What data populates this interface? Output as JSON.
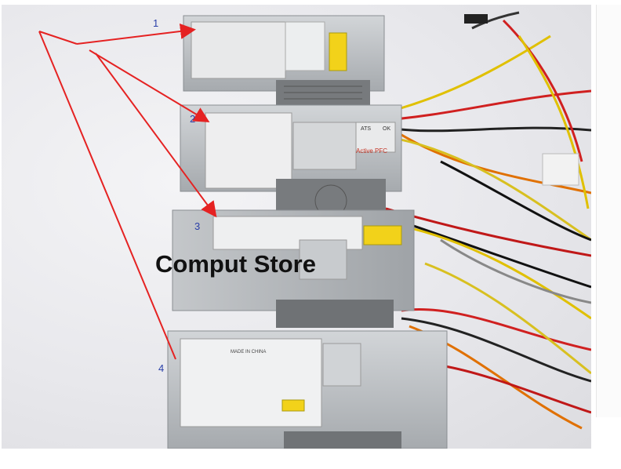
{
  "watermark": "Comput Store",
  "markers": [
    "1",
    "2",
    "3",
    "4"
  ],
  "labels": {
    "psu2_switch_a": "ATS",
    "psu2_switch_b": "OK",
    "psu2_pfc": "Active PFC",
    "psu4_made_in": "MADE IN CHINA"
  },
  "colors": {
    "arrow": "#e52222",
    "marker_text": "#2a3fa8",
    "psu_body": "#b9bcc0",
    "warning_label": "#f2d21a"
  }
}
